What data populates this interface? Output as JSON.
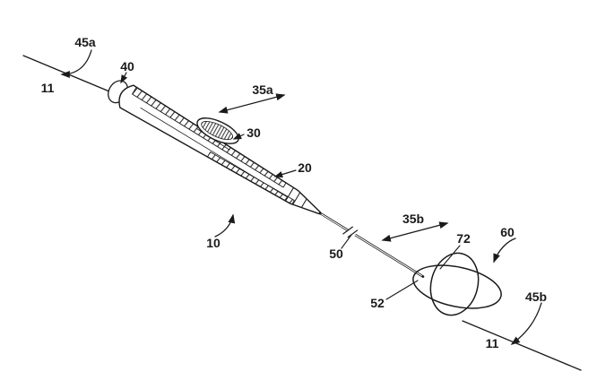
{
  "figure": {
    "background": "#ffffff",
    "ink": "#1a1a1a",
    "labels": {
      "rot_top": "45a",
      "axis_top": "11",
      "clip": "40",
      "slide_handle": "35a",
      "slider": "30",
      "body": "20",
      "handle": "10",
      "shaft": "50",
      "slide_shaft": "35b",
      "crossing": "72",
      "basket": "60",
      "tip": "52",
      "rot_bottom": "45b",
      "axis_bottom": "11"
    }
  }
}
